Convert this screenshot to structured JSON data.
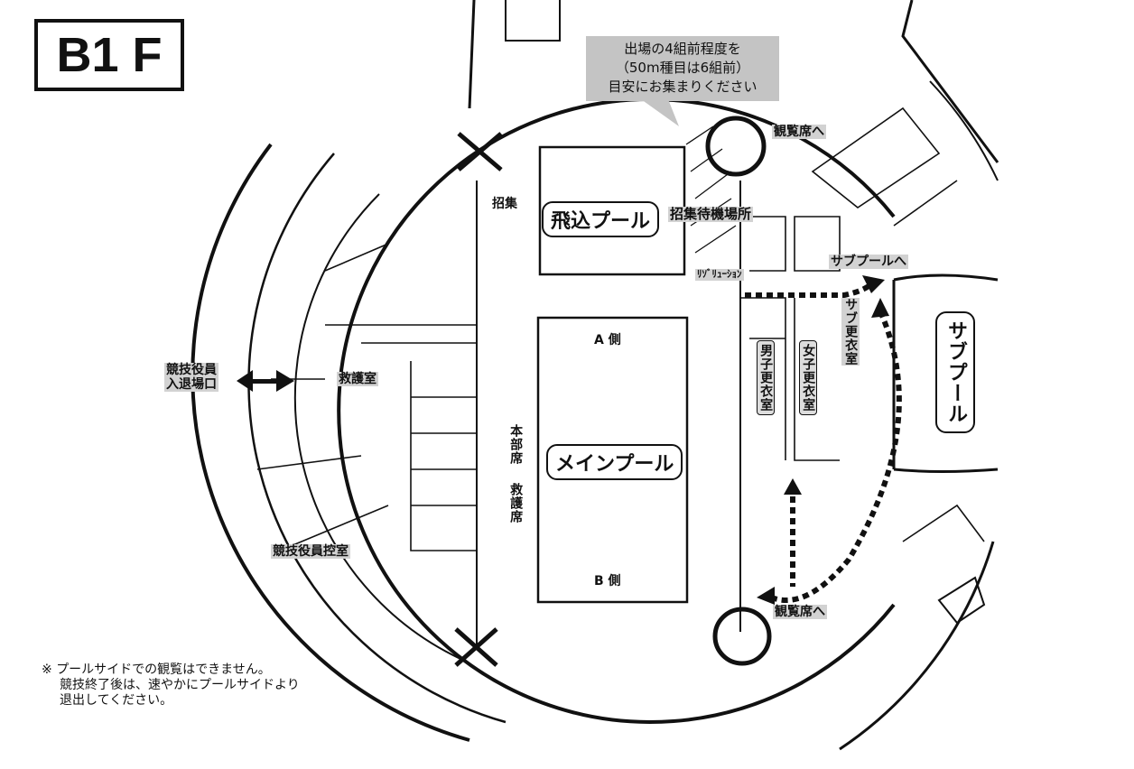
{
  "floor_label": "B1 F",
  "callout": {
    "line1": "出場の4組前程度を",
    "line2": "（50m種目は6組前）",
    "line3": "目安にお集まりください"
  },
  "labels": {
    "spectator_seats_top": "観覧席へ",
    "spectator_seats_bottom": "観覧席へ",
    "call_area": "招集",
    "call_waiting_area": "招集待機場所",
    "resolution": "ﾘｿﾞﾘｭｰｼｮﾝ",
    "to_sub_pool": "サブプールへ",
    "sub_changing_room": "サブ更衣室",
    "mens_changing_room": "男子更衣室",
    "womens_changing_room": "女子更衣室",
    "officials_entrance_1": "競技役員",
    "officials_entrance_2": "入退場口",
    "first_aid_room": "救護室",
    "hq_seats": "本部席",
    "first_aid_seats": "救護席",
    "officials_waiting_room": "競技役員控室",
    "side_a": "A 側",
    "side_b": "B 側"
  },
  "pools": {
    "diving": "飛込プール",
    "main": "メインプール",
    "sub": "サブプール"
  },
  "note": {
    "mark": "※",
    "line1": "プールサイドでの観覧はできません。",
    "line2": "競技終了後は、速やかにプールサイドより",
    "line3": "退出してください。"
  }
}
